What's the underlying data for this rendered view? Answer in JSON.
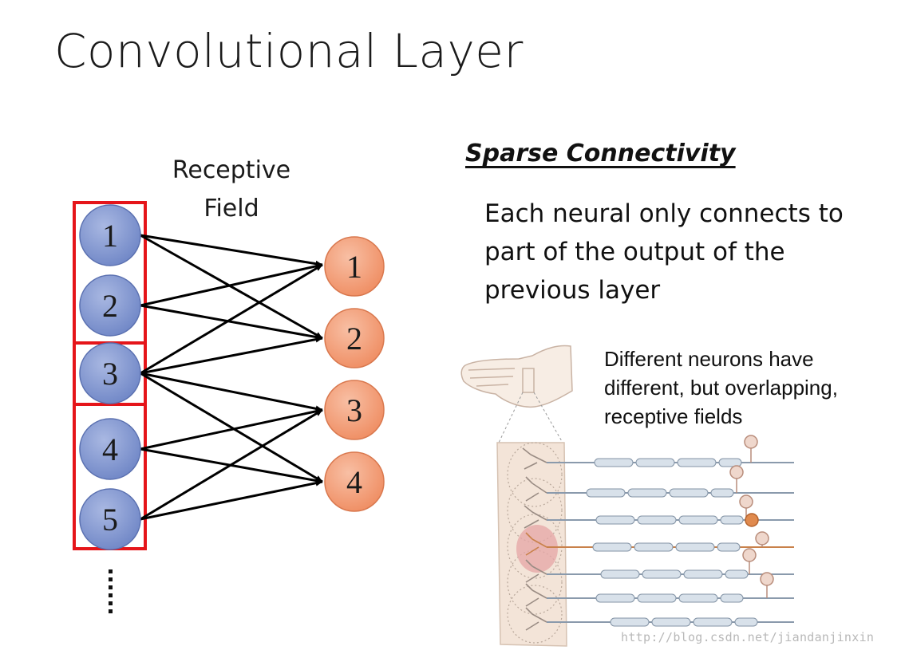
{
  "title": "Convolutional Layer",
  "receptive_field": {
    "line1": "Receptive",
    "line2": "Field"
  },
  "input_nodes": [
    "1",
    "2",
    "3",
    "4",
    "5"
  ],
  "output_nodes": [
    "1",
    "2",
    "3",
    "4"
  ],
  "continuation": "⋮",
  "sparse": {
    "heading": "Sparse Connectivity",
    "body": [
      "Each neural only connects to",
      "part of the output of the",
      "previous layer"
    ]
  },
  "neuron_caption": [
    "Different neurons have",
    "different, but overlapping,",
    "receptive fields"
  ],
  "watermark": "http://blog.csdn.net/jiandanjinxin",
  "colors": {
    "input_node": "#7f95cf",
    "output_node": "#f3a07d",
    "highlight_box": "#e5151a",
    "edge": "#000000"
  }
}
